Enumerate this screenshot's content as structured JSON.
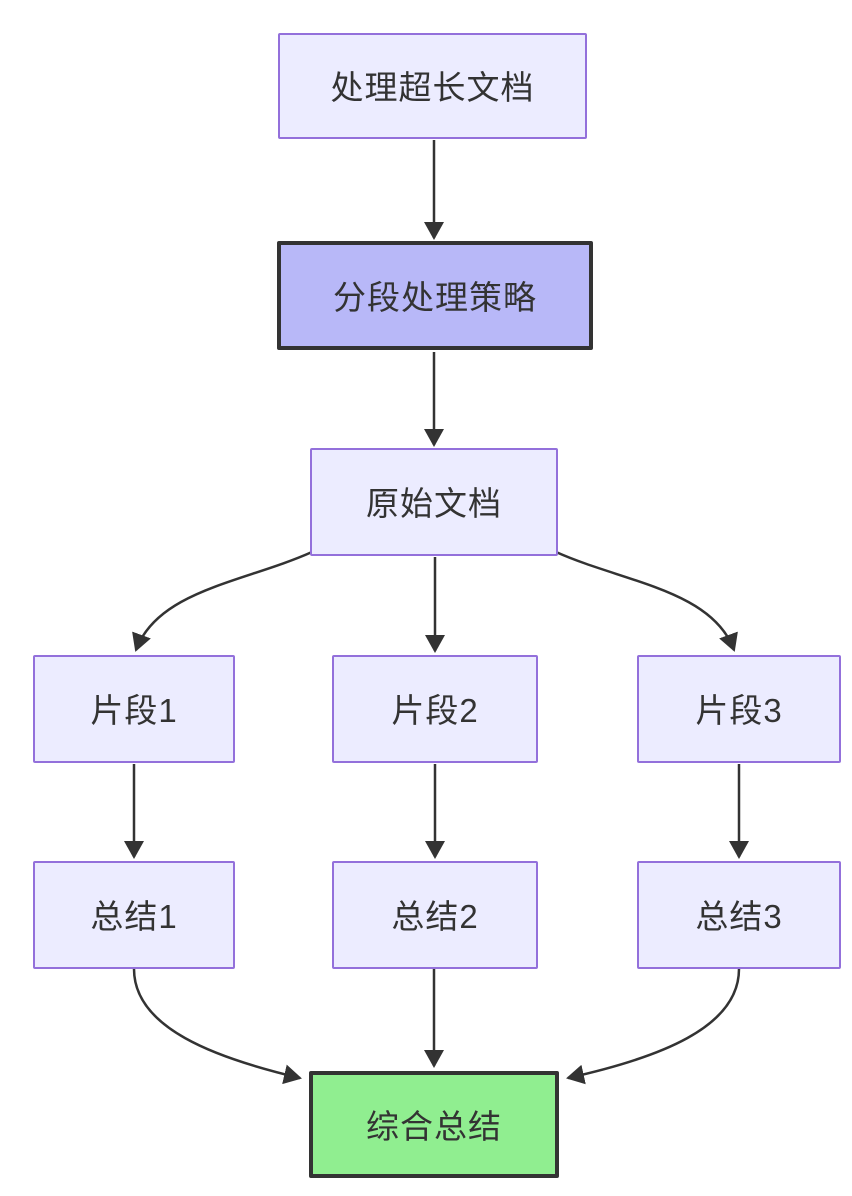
{
  "diagram": {
    "type": "flowchart",
    "direction": "top-down",
    "background": "#ffffff",
    "colors": {
      "node_fill": "#ECECFF",
      "node_border": "#9370DB",
      "highlight_fill": "#b8b8f8",
      "highlight_border": "#333333",
      "result_fill": "#90EE90",
      "result_border": "#333333",
      "edge": "#333333",
      "text": "#333333"
    },
    "nodes": [
      {
        "id": "task",
        "label": "处理超长文档",
        "style": "default"
      },
      {
        "id": "strategy",
        "label": "分段处理策略",
        "style": "highlight"
      },
      {
        "id": "source",
        "label": "原始文档",
        "style": "default"
      },
      {
        "id": "chunk1",
        "label": "片段1",
        "style": "default"
      },
      {
        "id": "chunk2",
        "label": "片段2",
        "style": "default"
      },
      {
        "id": "chunk3",
        "label": "片段3",
        "style": "default"
      },
      {
        "id": "summary1",
        "label": "总结1",
        "style": "default"
      },
      {
        "id": "summary2",
        "label": "总结2",
        "style": "default"
      },
      {
        "id": "summary3",
        "label": "总结3",
        "style": "default"
      },
      {
        "id": "final",
        "label": "综合总结",
        "style": "result"
      }
    ],
    "edges": [
      {
        "from": "task",
        "to": "strategy"
      },
      {
        "from": "strategy",
        "to": "source"
      },
      {
        "from": "source",
        "to": "chunk1"
      },
      {
        "from": "source",
        "to": "chunk2"
      },
      {
        "from": "source",
        "to": "chunk3"
      },
      {
        "from": "chunk1",
        "to": "summary1"
      },
      {
        "from": "chunk2",
        "to": "summary2"
      },
      {
        "from": "chunk3",
        "to": "summary3"
      },
      {
        "from": "summary1",
        "to": "final"
      },
      {
        "from": "summary2",
        "to": "final"
      },
      {
        "from": "summary3",
        "to": "final"
      }
    ]
  }
}
